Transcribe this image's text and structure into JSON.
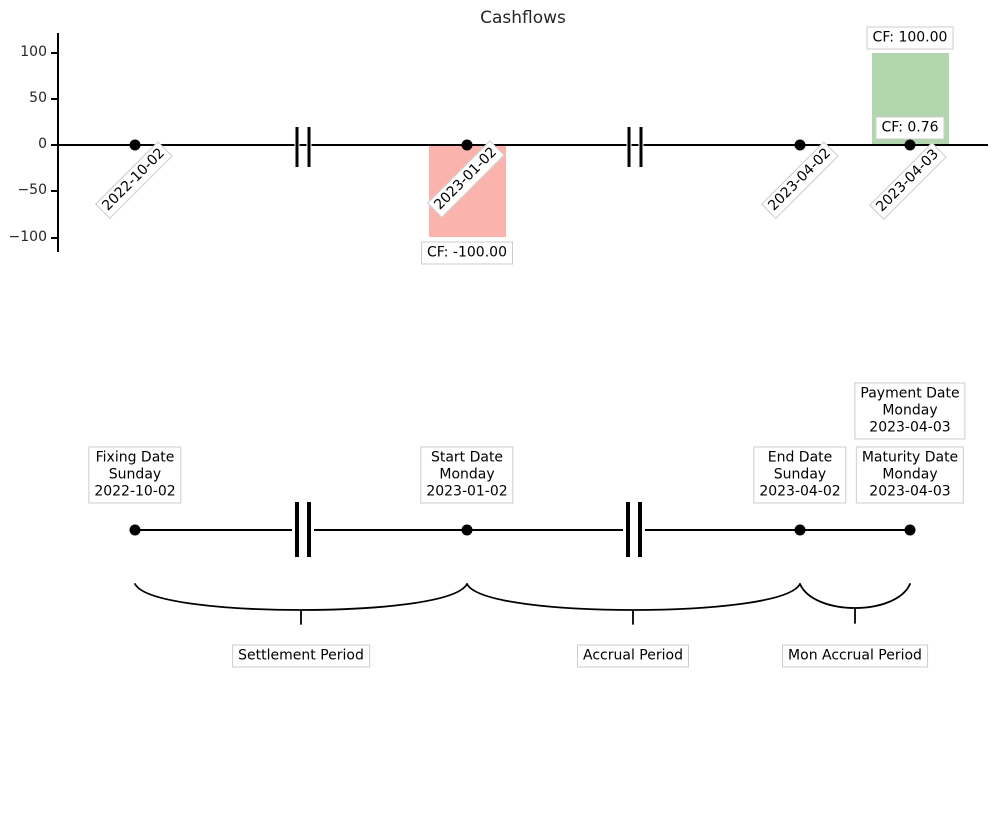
{
  "chart": {
    "title": "Cashflows",
    "ytick_labels": [
      "100",
      "50",
      "0",
      "−50",
      "−100"
    ],
    "point_labels": [
      "2022-10-02",
      "2023-01-02",
      "2023-04-02",
      "2023-04-03"
    ],
    "cf_labels": [
      "CF: -100.00",
      "CF: 100.00",
      "CF: 0.76"
    ],
    "colors": {
      "negative_bar": "#fbb3ae",
      "positive_bar": "#b2d6ae",
      "axis_line": "#000000",
      "label_box_border": "#cccccc"
    }
  },
  "timeline": {
    "events": [
      {
        "name": "Fixing Date",
        "weekday": "Sunday",
        "date": "2022-10-02"
      },
      {
        "name": "Start Date",
        "weekday": "Monday",
        "date": "2023-01-02"
      },
      {
        "name": "End Date",
        "weekday": "Sunday",
        "date": "2023-04-02"
      },
      {
        "name": "Maturity Date",
        "weekday": "Monday",
        "date": "2023-04-03"
      },
      {
        "name": "Payment Date",
        "weekday": "Monday",
        "date": "2023-04-03"
      }
    ],
    "periods": [
      {
        "label": "Settlement Period"
      },
      {
        "label": "Accrual Period"
      },
      {
        "label": "Mon Accrual Period"
      }
    ]
  },
  "chart_data": {
    "type": "bar",
    "title": "Cashflows",
    "x": [
      "2022-10-02",
      "2023-01-02",
      "2023-04-02",
      "2023-04-03"
    ],
    "cashflows": [
      {
        "date": "2023-01-02",
        "value": -100.0,
        "label": "CF: -100.00",
        "color": "#fbb3ae"
      },
      {
        "date": "2023-04-03",
        "value": 100.0,
        "label": "CF: 100.00",
        "color": "#b2d6ae"
      },
      {
        "date": "2023-04-03",
        "value": 0.76,
        "label": "CF: 0.76"
      }
    ],
    "yticks": [
      100,
      50,
      0,
      -50,
      -100
    ],
    "ylim": [
      -122,
      122
    ],
    "grid": false,
    "legend": false,
    "axis_breaks": 2,
    "timeline_events": [
      "Fixing Date",
      "Start Date",
      "End Date",
      "Maturity Date",
      "Payment Date"
    ],
    "timeline_periods": [
      "Settlement Period",
      "Accrual Period",
      "Mon Accrual Period"
    ]
  }
}
